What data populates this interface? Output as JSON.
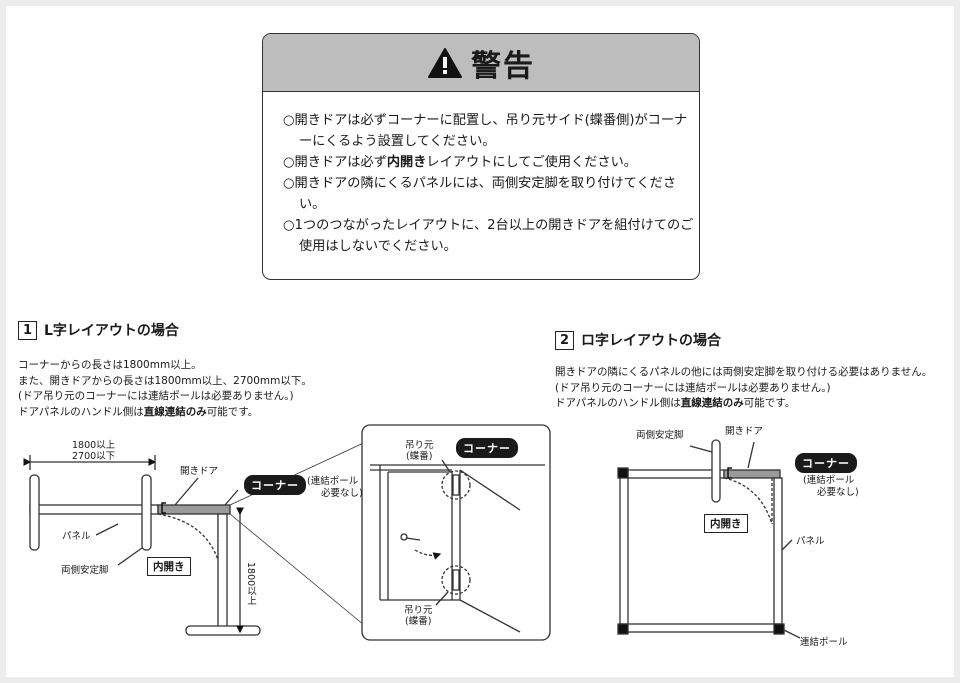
{
  "warning": {
    "title": "警告",
    "items": [
      {
        "pre": "開きドアは必ずコーナーに配置し、吊り元サイド(蝶番側)がコーナーにくるよう設置してください。",
        "bold": "",
        "post": ""
      },
      {
        "pre": "開きドアは必ず",
        "bold": "内開き",
        "post": "レイアウトにしてご使用ください。"
      },
      {
        "pre": "開きドアの隣にくるパネルには、両側安定脚を取り付けてください。",
        "bold": "",
        "post": ""
      },
      {
        "pre": "1つのつながったレイアウトに、2台以上の開きドアを組付けてのご使用はしないでください。",
        "bold": "",
        "post": ""
      }
    ]
  },
  "section1": {
    "number": "1",
    "title": "L字レイアウトの場合",
    "lines": [
      "コーナーからの長さは1800mm以上。",
      "また、開きドアからの長さは1800mm以上、2700mm以下。",
      "(ドア吊り元のコーナーには連結ポールは必要ありません。)"
    ],
    "last_pre": "ドアパネルのハンドル側は",
    "last_bold": "直線連結のみ",
    "last_post": "可能です。",
    "labels": {
      "dim_top": "1800以上",
      "dim_bottom": "2700以下",
      "door": "開きドア",
      "corner": "コーナー",
      "pole_note_1": "(連結ポール",
      "pole_note_2": "必要なし)",
      "panel": "パネル",
      "inward": "内開き",
      "stabilizer": "両側安定脚",
      "dim_vertical": "1800以上",
      "hinge_1": "吊り元",
      "hinge_2": "(蝶番)",
      "zoom_corner": "コーナー"
    }
  },
  "section2": {
    "number": "2",
    "title": "ロ字レイアウトの場合",
    "lines": [
      "開きドアの隣にくるパネルの他には両側安定脚を取り付ける必要はありません。",
      "(ドア吊り元のコーナーには連結ポールは必要ありません。)"
    ],
    "last_pre": "ドアパネルのハンドル側は",
    "last_bold": "直線連結のみ",
    "last_post": "可能です。",
    "labels": {
      "stabilizer": "両側安定脚",
      "door": "開きドア",
      "corner": "コーナー",
      "pole_note_1": "(連結ポール",
      "pole_note_2": "必要なし)",
      "inward": "内開き",
      "panel": "パネル",
      "pole": "連結ポール"
    }
  }
}
